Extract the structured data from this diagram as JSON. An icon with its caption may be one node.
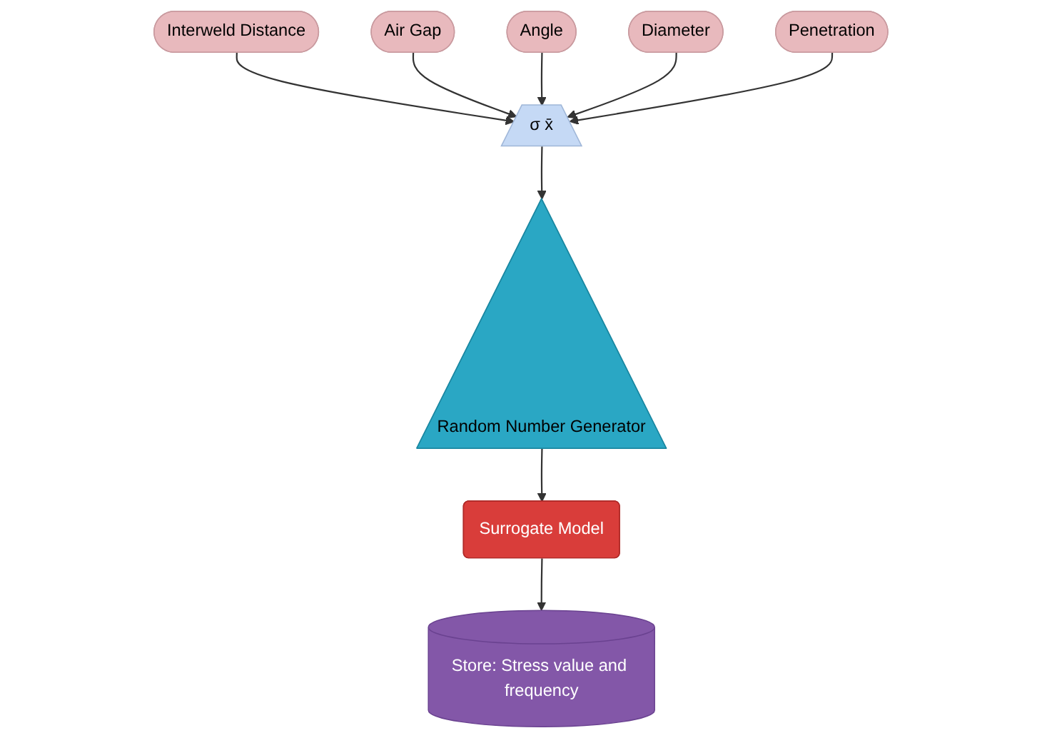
{
  "diagram": {
    "nodes": [
      {
        "text": [
          "Interweld Distance"
        ]
      },
      {
        "text": [
          "Air Gap"
        ]
      },
      {
        "text": [
          "Angle"
        ]
      },
      {
        "text": [
          "Diameter"
        ]
      },
      {
        "text": [
          "Penetration"
        ]
      },
      {
        "text": [
          "σ x̄"
        ]
      },
      {
        "text": [
          "Random Number Generator"
        ]
      },
      {
        "text": [
          "Surrogate Model"
        ]
      },
      {
        "text": [
          "Store: Stress value and frequency"
        ]
      }
    ],
    "edges": [
      {
        "from": 0,
        "to": 5,
        "arrow": "to"
      },
      {
        "from": 1,
        "to": 5,
        "arrow": "to"
      },
      {
        "from": 2,
        "to": 5,
        "arrow": "to"
      },
      {
        "from": 3,
        "to": 5,
        "arrow": "to"
      },
      {
        "from": 4,
        "to": 5,
        "arrow": "to"
      },
      {
        "from": 5,
        "to": 6,
        "arrow": "to"
      },
      {
        "from": 6,
        "to": 7,
        "arrow": "to"
      },
      {
        "from": 7,
        "to": 8,
        "arrow": "to"
      }
    ]
  }
}
